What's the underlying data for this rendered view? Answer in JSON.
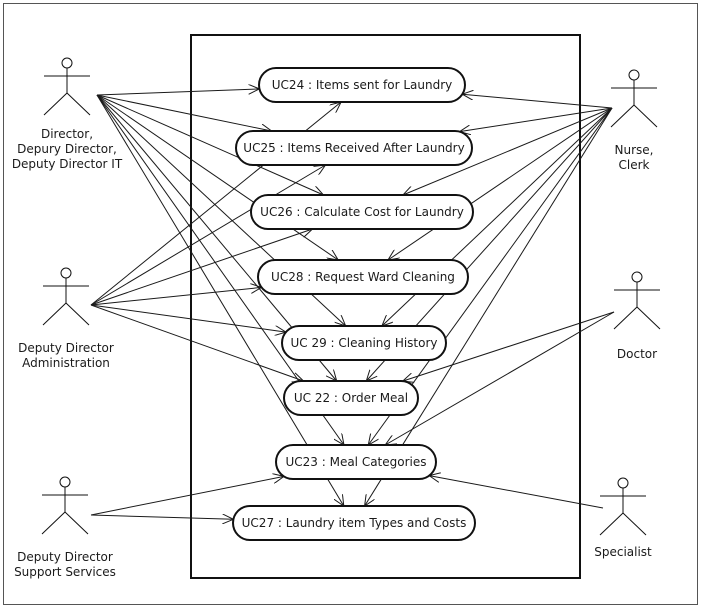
{
  "diagram": {
    "type": "UML use case diagram",
    "actors": [
      {
        "id": "director",
        "label_lines": [
          "Director,",
          "Depury Director,",
          "Deputy Director IT"
        ],
        "side": "left"
      },
      {
        "id": "admin",
        "label_lines": [
          "Deputy Director",
          "Administration"
        ],
        "side": "left"
      },
      {
        "id": "support",
        "label_lines": [
          "Deputy Director",
          "Support Services"
        ],
        "side": "left"
      },
      {
        "id": "nurse",
        "label_lines": [
          "Nurse,",
          "Clerk"
        ],
        "side": "right"
      },
      {
        "id": "doctor",
        "label_lines": [
          "Doctor"
        ],
        "side": "right"
      },
      {
        "id": "specialist",
        "label_lines": [
          "Specialist"
        ],
        "side": "right"
      }
    ],
    "use_cases": [
      {
        "id": "uc24",
        "label": "UC24 : Items sent for Laundry"
      },
      {
        "id": "uc25",
        "label": "UC25 : Items Received After Laundry"
      },
      {
        "id": "uc26",
        "label": "UC26 : Calculate Cost for Laundry"
      },
      {
        "id": "uc28",
        "label": "UC28 : Request Ward Cleaning"
      },
      {
        "id": "uc29",
        "label": "UC 29 : Cleaning History"
      },
      {
        "id": "uc22",
        "label": "UC 22 :  Order Meal"
      },
      {
        "id": "uc23",
        "label": "UC23 : Meal Categories"
      },
      {
        "id": "uc27",
        "label": "UC27 : Laundry item Types and Costs"
      }
    ],
    "associations": [
      {
        "from": "director",
        "to": "uc24"
      },
      {
        "from": "director",
        "to": "uc25"
      },
      {
        "from": "director",
        "to": "uc26"
      },
      {
        "from": "director",
        "to": "uc28"
      },
      {
        "from": "director",
        "to": "uc29"
      },
      {
        "from": "director",
        "to": "uc22"
      },
      {
        "from": "director",
        "to": "uc23"
      },
      {
        "from": "director",
        "to": "uc27"
      },
      {
        "from": "admin",
        "to": "uc24"
      },
      {
        "from": "admin",
        "to": "uc25"
      },
      {
        "from": "admin",
        "to": "uc26"
      },
      {
        "from": "admin",
        "to": "uc28"
      },
      {
        "from": "admin",
        "to": "uc29"
      },
      {
        "from": "admin",
        "to": "uc22"
      },
      {
        "from": "support",
        "to": "uc23"
      },
      {
        "from": "support",
        "to": "uc27"
      },
      {
        "from": "nurse",
        "to": "uc24"
      },
      {
        "from": "nurse",
        "to": "uc25"
      },
      {
        "from": "nurse",
        "to": "uc26"
      },
      {
        "from": "nurse",
        "to": "uc28"
      },
      {
        "from": "nurse",
        "to": "uc29"
      },
      {
        "from": "nurse",
        "to": "uc22"
      },
      {
        "from": "nurse",
        "to": "uc23"
      },
      {
        "from": "nurse",
        "to": "uc27"
      },
      {
        "from": "doctor",
        "to": "uc22"
      },
      {
        "from": "doctor",
        "to": "uc23"
      },
      {
        "from": "specialist",
        "to": "uc23"
      }
    ],
    "colors": {
      "line": "#1a1a1a",
      "background": "#ffffff",
      "frame": "#555555"
    }
  }
}
